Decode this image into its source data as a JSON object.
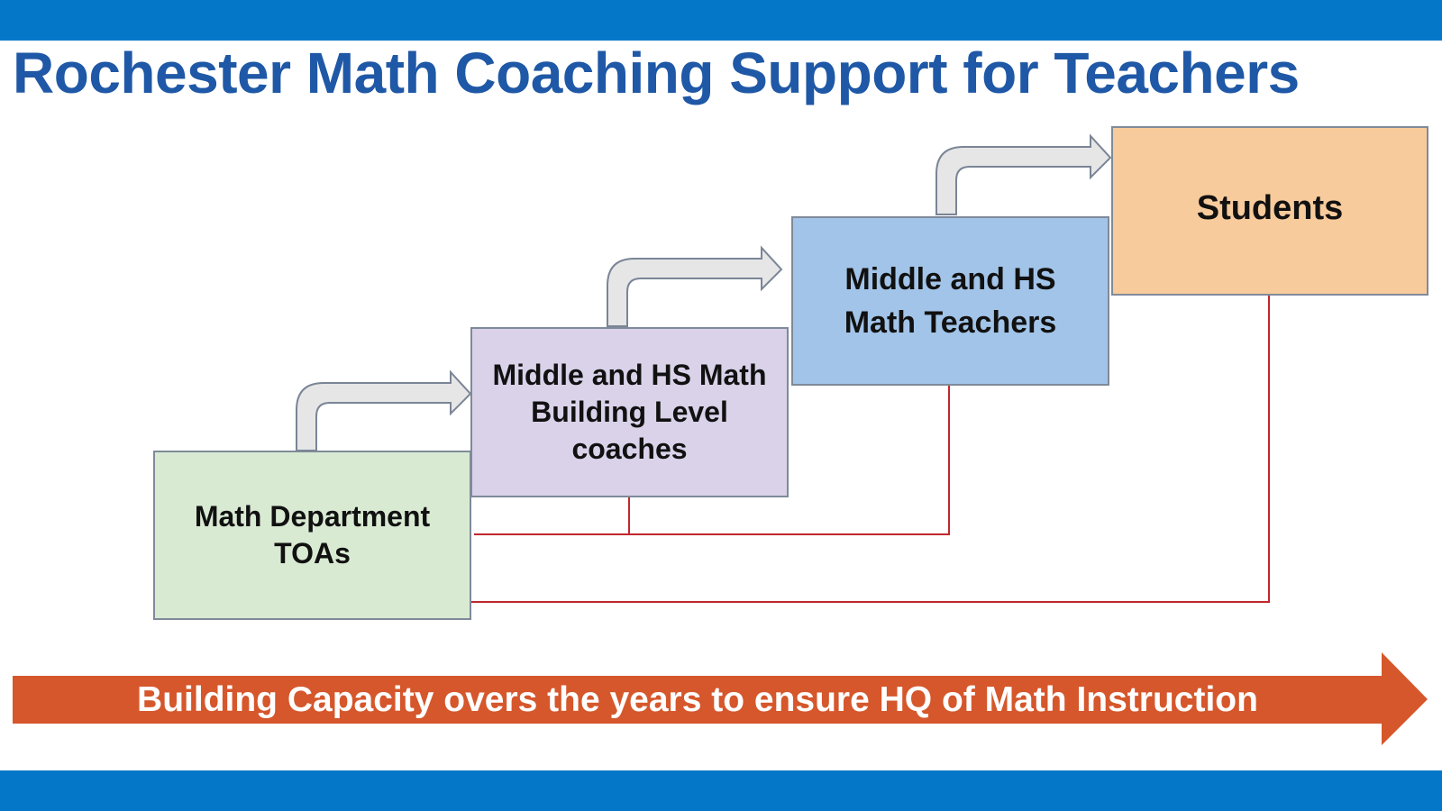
{
  "title": "Rochester Math Coaching Support for Teachers",
  "boxes": [
    {
      "label": "Math Department TOAs",
      "color": "#d9ead3"
    },
    {
      "label": "Middle and HS Math Building Level coaches",
      "color": "#d9d2e9"
    },
    {
      "label": "Middle and HS Math Teachers",
      "color": "#a2c4e8"
    },
    {
      "label": "Students",
      "color": "#f8cb9c"
    }
  ],
  "banner": {
    "label": "Building Capacity overs the years to ensure HQ of Math Instruction",
    "color": "#d5572b"
  },
  "colors": {
    "frame": "#0477c9",
    "title": "#1f58a6",
    "connector": "#c0272d"
  }
}
